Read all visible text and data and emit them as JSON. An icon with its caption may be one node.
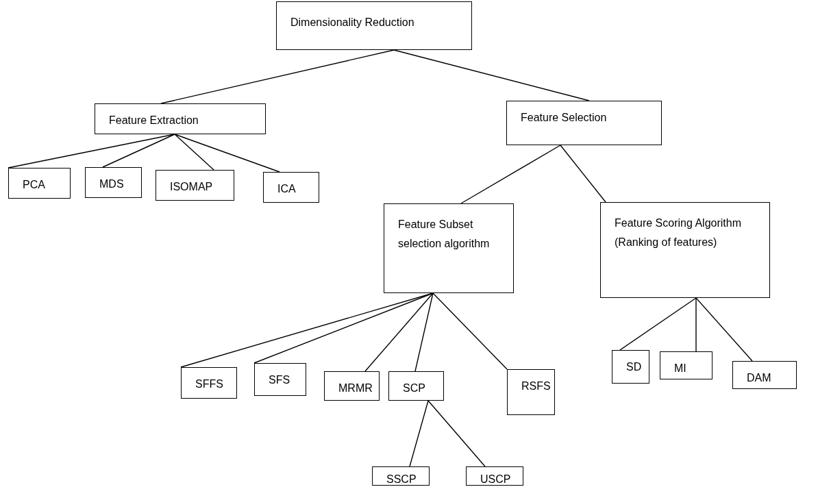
{
  "diagram": {
    "nodes": [
      {
        "text": [
          "Dimensionality Reduction"
        ]
      },
      {
        "text": [
          "Feature Extraction"
        ]
      },
      {
        "text": [
          "Feature Selection"
        ]
      },
      {
        "text": [
          "PCA"
        ]
      },
      {
        "text": [
          "MDS"
        ]
      },
      {
        "text": [
          "ISOMAP"
        ]
      },
      {
        "text": [
          "ICA"
        ]
      },
      {
        "text": [
          "Feature Subset selection algorithm"
        ]
      },
      {
        "text": [
          "Feature Scoring Algorithm (Ranking of features)"
        ]
      },
      {
        "text": [
          "SFFS"
        ]
      },
      {
        "text": [
          "SFS"
        ]
      },
      {
        "text": [
          "MRMR"
        ]
      },
      {
        "text": [
          "SCP"
        ]
      },
      {
        "text": [
          "RSFS"
        ]
      },
      {
        "text": [
          "SSCP"
        ]
      },
      {
        "text": [
          "USCP"
        ]
      },
      {
        "text": [
          "SD"
        ]
      },
      {
        "text": [
          "MI"
        ]
      },
      {
        "text": [
          "DAM"
        ]
      }
    ],
    "edges": [
      {
        "from": 0,
        "to": 1,
        "arrow": "none"
      },
      {
        "from": 0,
        "to": 2,
        "arrow": "none"
      },
      {
        "from": 1,
        "to": 3,
        "arrow": "none"
      },
      {
        "from": 1,
        "to": 4,
        "arrow": "none"
      },
      {
        "from": 1,
        "to": 5,
        "arrow": "none"
      },
      {
        "from": 1,
        "to": 6,
        "arrow": "none"
      },
      {
        "from": 2,
        "to": 7,
        "arrow": "none"
      },
      {
        "from": 2,
        "to": 8,
        "arrow": "none"
      },
      {
        "from": 7,
        "to": 9,
        "arrow": "none"
      },
      {
        "from": 7,
        "to": 10,
        "arrow": "none"
      },
      {
        "from": 7,
        "to": 11,
        "arrow": "none"
      },
      {
        "from": 7,
        "to": 12,
        "arrow": "none"
      },
      {
        "from": 7,
        "to": 13,
        "arrow": "none"
      },
      {
        "from": 12,
        "to": 14,
        "arrow": "none"
      },
      {
        "from": 12,
        "to": 15,
        "arrow": "none"
      },
      {
        "from": 8,
        "to": 16,
        "arrow": "none"
      },
      {
        "from": 8,
        "to": 17,
        "arrow": "none"
      },
      {
        "from": 8,
        "to": 18,
        "arrow": "none"
      }
    ]
  }
}
